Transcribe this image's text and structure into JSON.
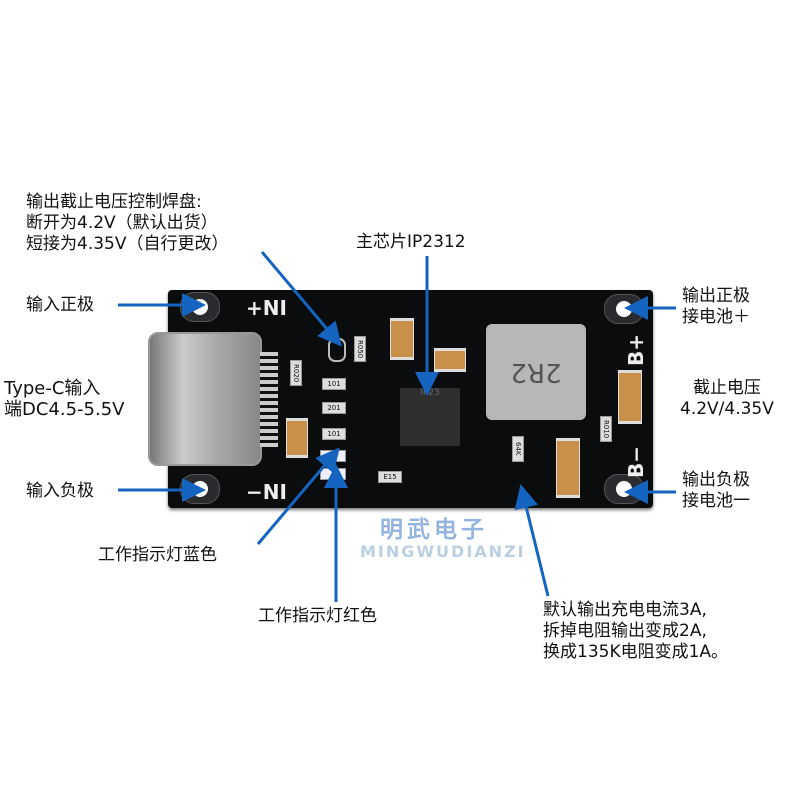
{
  "labels": {
    "cutoff_pad": [
      "输出截止电压控制焊盘:",
      "断开为4.2V（默认出货）",
      "短接为4.35V（自行更改）"
    ],
    "main_chip": "主芯片IP2312",
    "input_positive": "输入正极",
    "typec_input": [
      "Type-C输入",
      "端DC4.5-5.5V"
    ],
    "input_negative": "输入负极",
    "output_positive": [
      "输出正极",
      "接电池＋"
    ],
    "cutoff_voltage": [
      "截止电压",
      "4.2V/4.35V"
    ],
    "output_negative": [
      "输出负极",
      "接电池一"
    ],
    "led_blue": "工作指示灯蓝色",
    "led_red": "工作指示灯红色",
    "current_note": [
      "默认输出充电电流3A,",
      "拆掉电阻输出变成2A,",
      "换成135K电阻变成1A。"
    ]
  },
  "board": {
    "silk_in_pos": "+NI",
    "silk_in_neg": "−NI",
    "silk_b_pos": "B+",
    "silk_b_neg": "B−",
    "inductor": "2R2",
    "chip_marking": "IP23",
    "resistors": [
      "R050",
      "101",
      "201",
      "101",
      "E15",
      "R020",
      "64K",
      "R010"
    ]
  },
  "watermark": {
    "text": "明武电子",
    "sub": "MINGWUDIANZI"
  },
  "arrow_color": "#1565c0"
}
